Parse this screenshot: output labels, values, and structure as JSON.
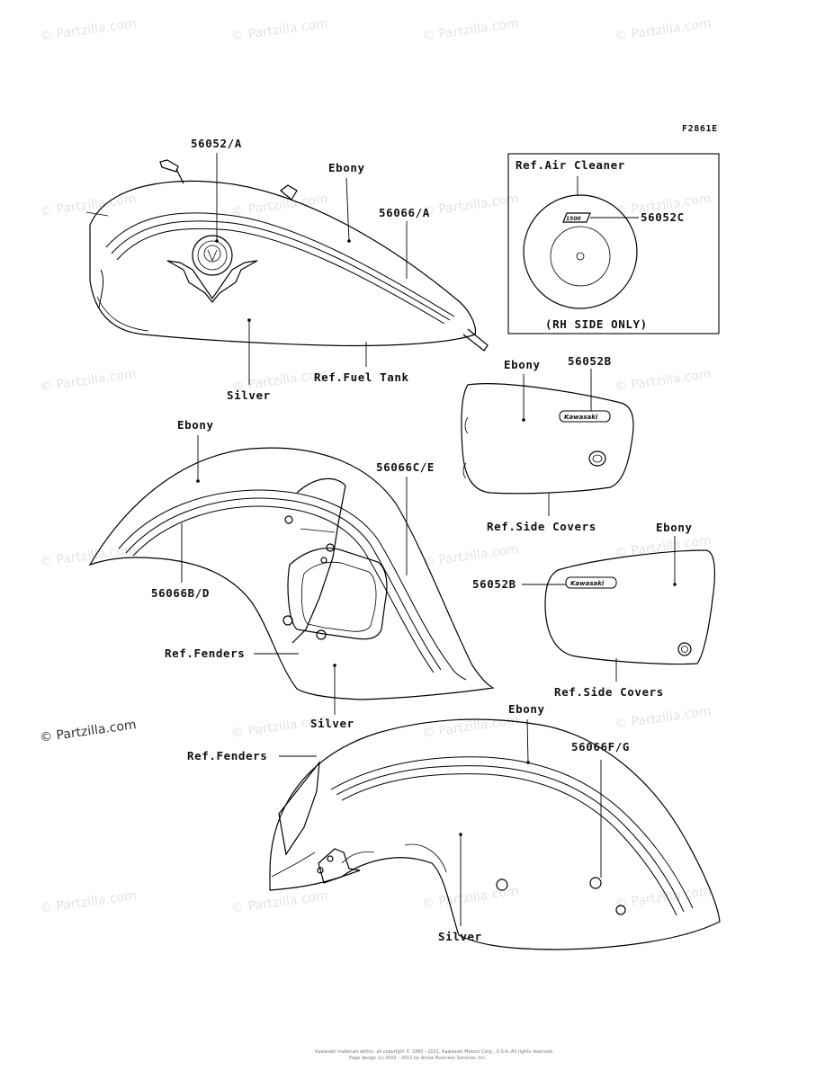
{
  "watermark": "© Partzilla.com",
  "figure_code": "F2861E",
  "fuel_tank": {
    "part_emblem": "56052/A",
    "color_top": "Ebony",
    "part_stripe": "56066/A",
    "ref": "Ref.Fuel Tank",
    "color_bottom": "Silver"
  },
  "air_cleaner": {
    "ref": "Ref.Air Cleaner",
    "part": "56052C",
    "note": "(RH SIDE ONLY)"
  },
  "side_cover_upper": {
    "color": "Ebony",
    "part": "56052B",
    "ref": "Ref.Side Covers",
    "badge": "Kawasaki"
  },
  "side_cover_lower": {
    "color": "Ebony",
    "part": "56052B",
    "ref": "Ref.Side Covers",
    "badge": "Kawasaki"
  },
  "front_fender": {
    "color_top": "Ebony",
    "part_stripe_right": "56066C/E",
    "part_stripe_left": "56066B/D",
    "ref": "Ref.Fenders",
    "color_bottom": "Silver"
  },
  "rear_fender": {
    "color_top": "Ebony",
    "ref": "Ref.Fenders",
    "part_stripe": "56066F/G",
    "color_bottom": "Silver"
  },
  "footer": {
    "line1": "Kawasaki materials within, all copyright © 1995 - 2011, Kawasaki Motors Corp., U.S.A. All rights reserved.",
    "line2": "Page design (c) 2002 - 2011 by Arrow Business Services, Inc."
  }
}
